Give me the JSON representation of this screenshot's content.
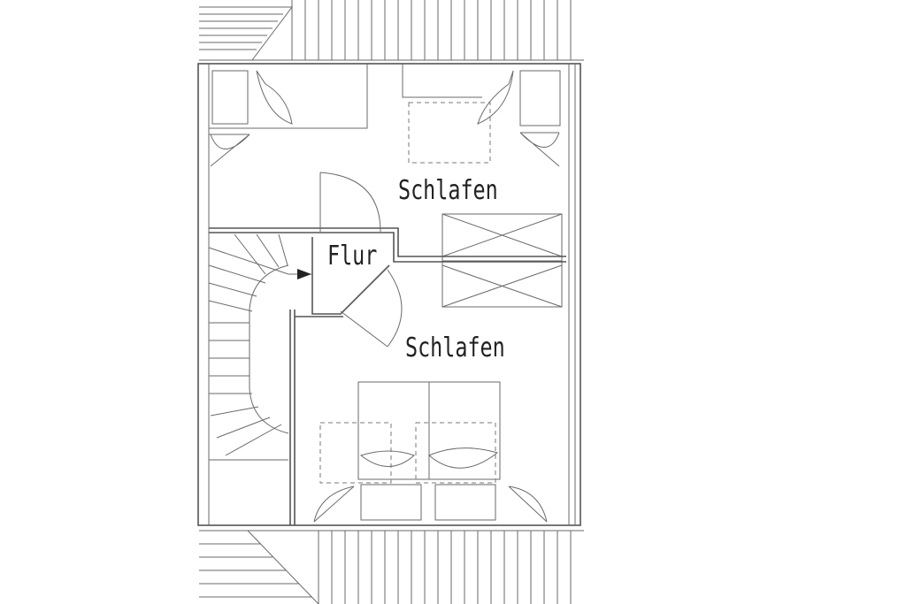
{
  "rooms": [
    {
      "id": "schlafen-oben",
      "label": "Schlafen"
    },
    {
      "id": "flur",
      "label": "Flur"
    },
    {
      "id": "schlafen-unten",
      "label": "Schlafen"
    }
  ],
  "colors": {
    "line": "#6a6a6a",
    "text": "#222222",
    "background": "#ffffff"
  }
}
